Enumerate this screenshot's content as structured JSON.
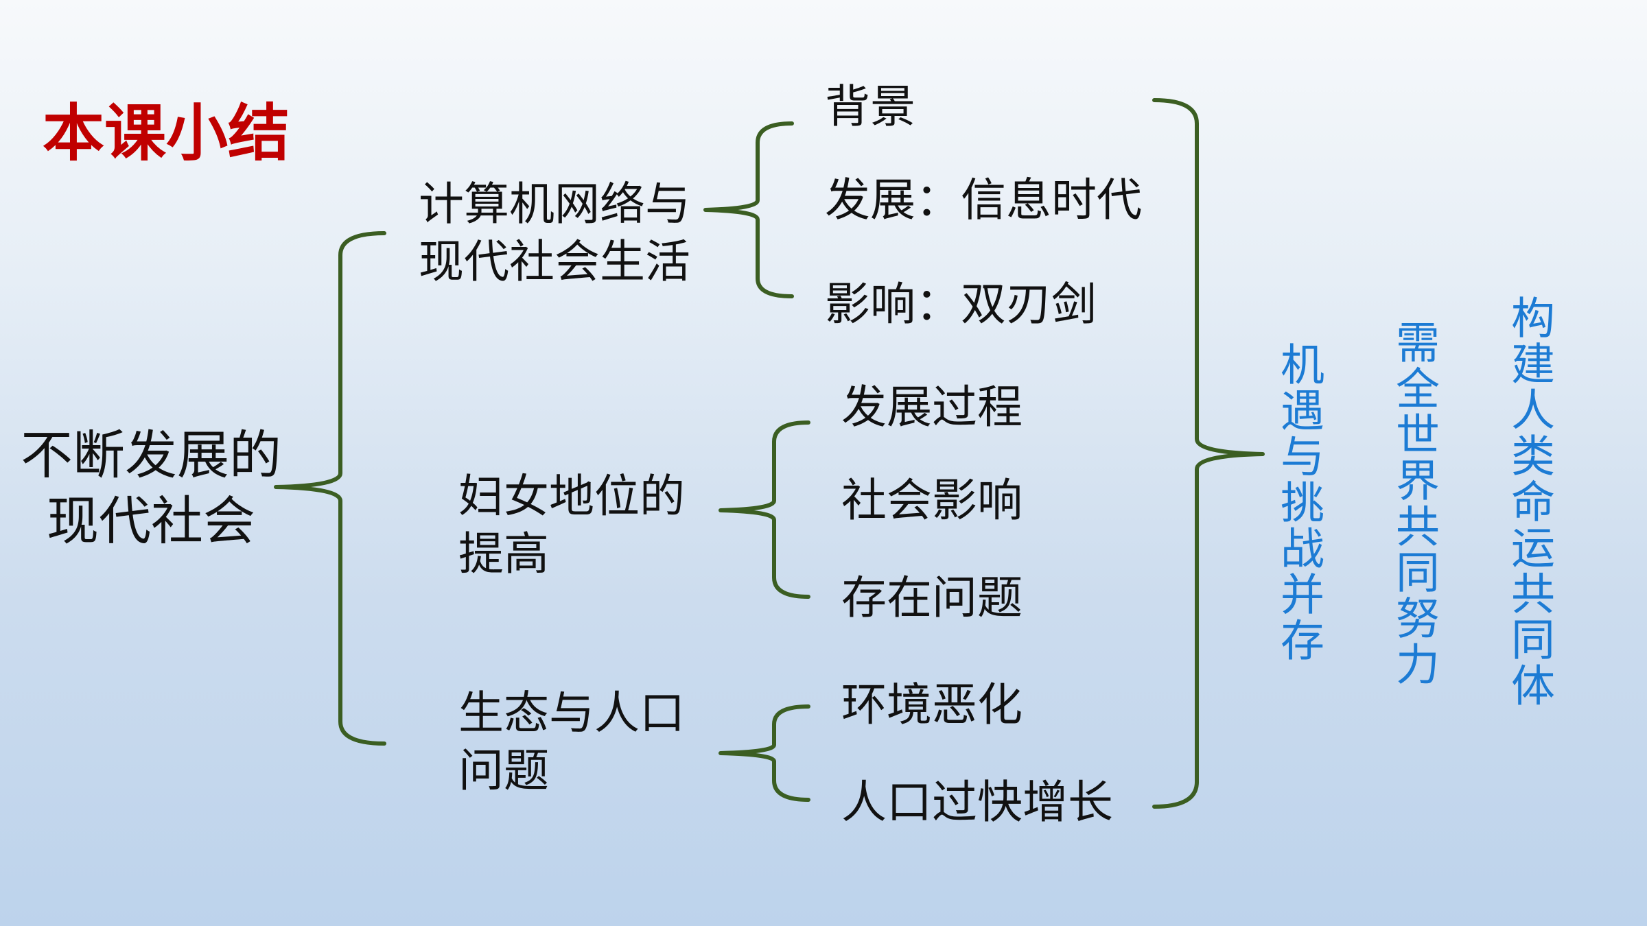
{
  "title": "本课小结",
  "root": {
    "line1": "不断发展的",
    "line2": "现代社会"
  },
  "branches": [
    {
      "line1": "计算机网络与",
      "line2": "现代社会生活",
      "items": [
        "背景",
        "发展：信息时代",
        "影响：双刃剑"
      ]
    },
    {
      "line1": "妇女地位的",
      "line2": "提高",
      "items": [
        "发展过程",
        "社会影响",
        "存在问题"
      ]
    },
    {
      "line1": "生态与人口",
      "line2": "问题",
      "items": [
        "环境恶化",
        "人口过快增长"
      ]
    }
  ],
  "conclusions": [
    "机遇与挑战并存",
    "需全世界共同努力",
    "构建人类命运共同体"
  ],
  "colors": {
    "title": "#c00000",
    "text": "#111111",
    "bracket": "#3b5e22",
    "conclusion": "#1c7bd4"
  }
}
